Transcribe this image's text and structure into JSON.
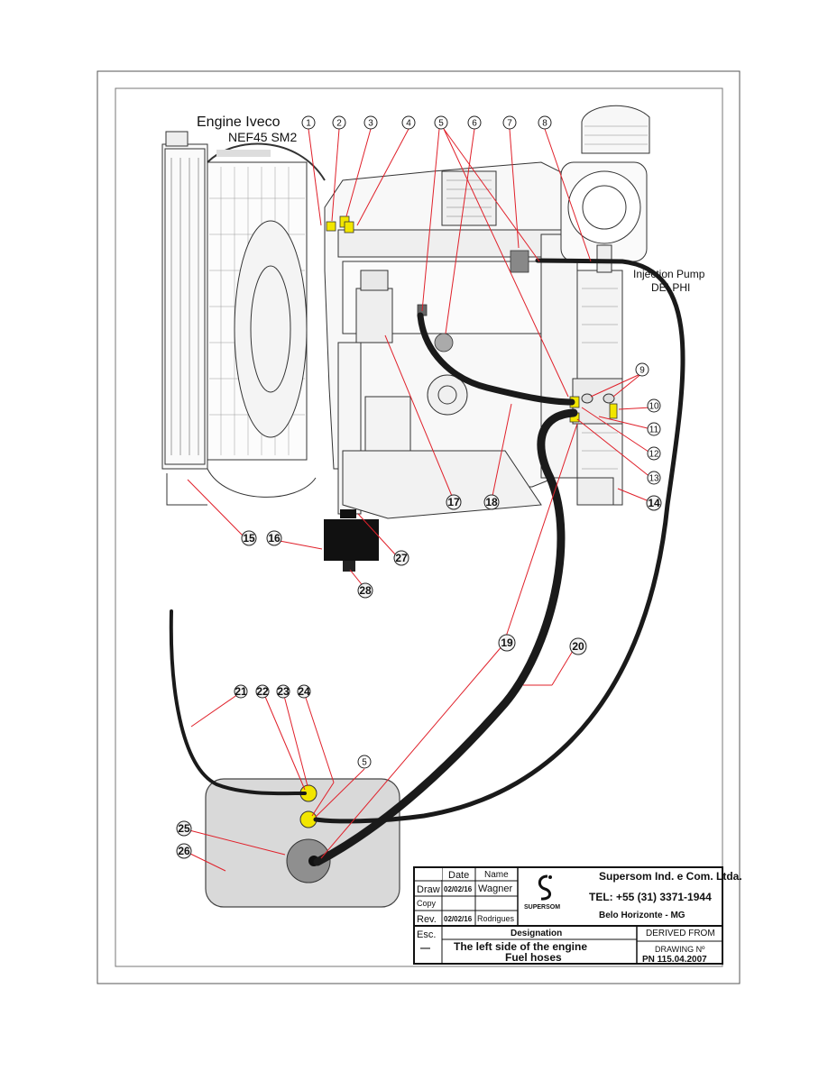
{
  "header": {
    "title_line1": "Engine Iveco",
    "title_line2": "NEF45 SM2"
  },
  "callout_pump": {
    "line1": "Injection Pump",
    "line2": "DELPHI"
  },
  "callouts": [
    "1",
    "2",
    "3",
    "4",
    "5",
    "6",
    "7",
    "8",
    "9",
    "10",
    "11",
    "12",
    "13",
    "14",
    "15",
    "16",
    "17",
    "18",
    "19",
    "20",
    "21",
    "22",
    "23",
    "24",
    "5",
    "25",
    "26",
    "27",
    "28"
  ],
  "colors": {
    "leader": "#e0202a",
    "hose": "#1a1a1a",
    "tank_fill": "#d9d9d9",
    "fitting": "#f2e600"
  },
  "title_block": {
    "date_header": "Date",
    "name_header": "Name",
    "draw_label": "Draw",
    "draw_date": "02/02/16",
    "draw_name": "Wagner",
    "copy_label": "Copy",
    "rev_label": "Rev.",
    "rev_date": "02/02/16",
    "rev_name": "Rodrigues",
    "esc_label": "Esc.",
    "esc_value": "—",
    "logo_text": "SUPERSOM",
    "company": "Supersom Ind. e Com. Ltda.",
    "phone": "TEL: +55 (31) 3371-1944",
    "city": "Belo Horizonte  -  MG",
    "designation_label": "Designation",
    "designation_line1": "The left side of the engine",
    "designation_line2": "Fuel hoses",
    "derived_label": "DERIVED FROM",
    "drawing_label": "DRAWING Nº",
    "drawing_number": "PN 115.04.2007"
  }
}
